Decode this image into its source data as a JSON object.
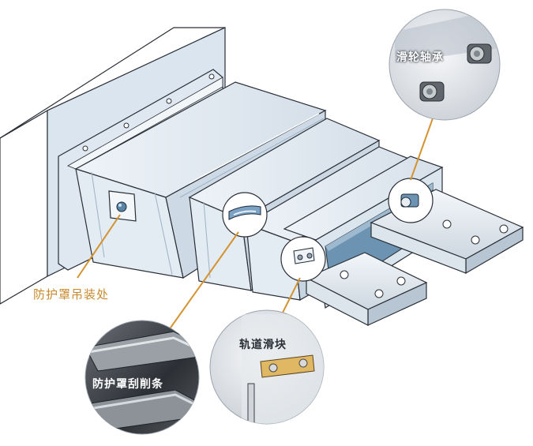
{
  "colors": {
    "label_accent": "#c8892c",
    "leader_line": "#d4932f",
    "steel_light": "#eef3f8",
    "steel_mid": "#c9d6e3",
    "steel_dark": "#8ea4ba",
    "rail": "#e9eef3",
    "window_glass": "#6d93b3"
  },
  "labels": {
    "hanger_mount": "防护罩吊装处",
    "wiper_strip": "防护罩刮削条",
    "rail_slider": "轨道滑块",
    "roller_bearing": "滑轮轴承"
  }
}
